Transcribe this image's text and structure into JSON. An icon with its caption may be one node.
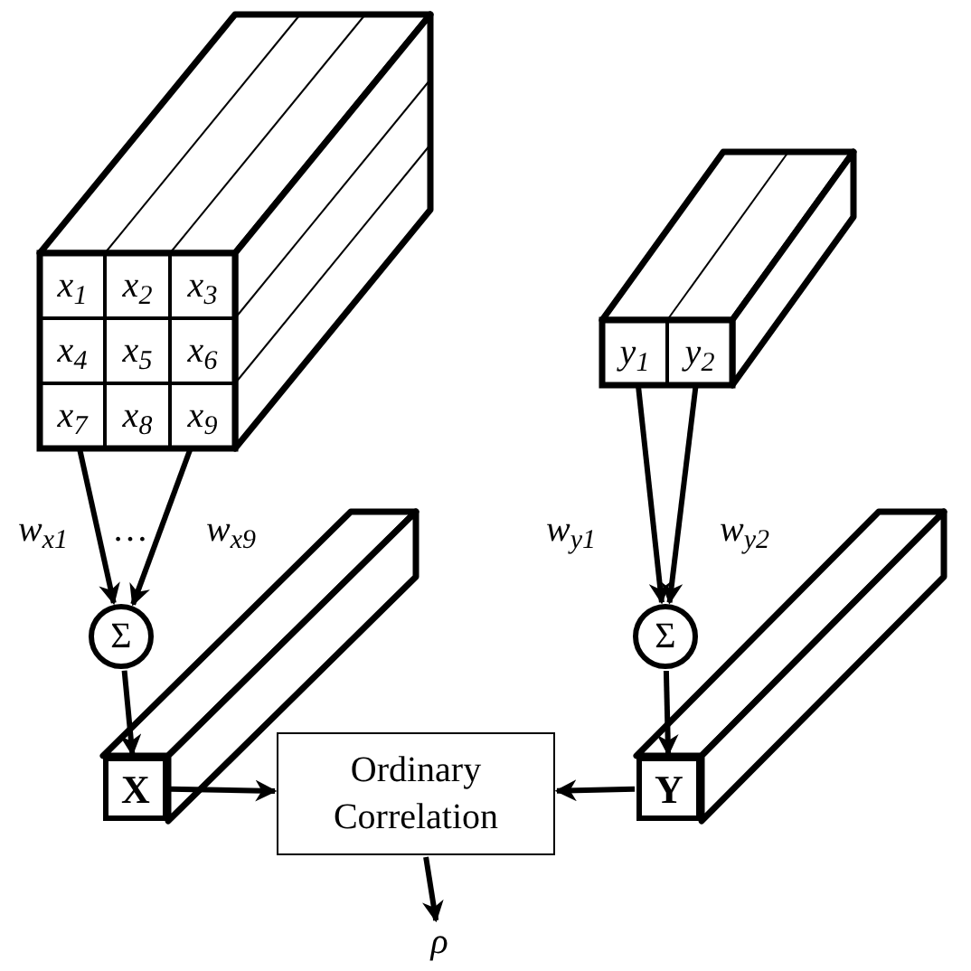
{
  "diagram": {
    "nodes": [
      {
        "text": [
          "x$_{1}$"
        ]
      },
      {
        "text": [
          "x$_{2}$"
        ]
      },
      {
        "text": [
          "x$_{3}$"
        ]
      },
      {
        "text": [
          "x$_{4}$"
        ]
      },
      {
        "text": [
          "x$_{5}$"
        ]
      },
      {
        "text": [
          "x$_{6}$"
        ]
      },
      {
        "text": [
          "x$_{7}$"
        ]
      },
      {
        "text": [
          "x$_{8}$"
        ]
      },
      {
        "text": [
          "x$_{9}$"
        ]
      },
      {
        "text": [
          "y$_{1}$"
        ]
      },
      {
        "text": [
          "y$_{2}$"
        ]
      },
      {
        "text": [
          "Σ"
        ]
      },
      {
        "text": [
          "Σ"
        ]
      },
      {
        "text": [
          "X"
        ]
      },
      {
        "text": [
          "Y"
        ]
      },
      {
        "text": [
          "Ordinary Correlation"
        ]
      },
      {
        "text": [
          "ρ"
        ]
      }
    ],
    "edges": [
      {
        "from": 6,
        "to": 11,
        "arrow": "to",
        "label": "w$_{x1}$"
      },
      {
        "from": 8,
        "to": 11,
        "arrow": "to",
        "label": "w$_{x9}$"
      },
      {
        "from": 9,
        "to": 12,
        "arrow": "to",
        "label": "w$_{y1}$"
      },
      {
        "from": 10,
        "to": 12,
        "arrow": "to",
        "label": "w$_{y2}$"
      },
      {
        "from": 11,
        "to": 13,
        "arrow": "to"
      },
      {
        "from": 12,
        "to": 14,
        "arrow": "to"
      },
      {
        "from": 13,
        "to": 15,
        "arrow": "to"
      },
      {
        "from": 14,
        "to": 15,
        "arrow": "to"
      },
      {
        "from": 15,
        "to": 16,
        "arrow": "to"
      }
    ],
    "labels": [
      "…"
    ]
  }
}
